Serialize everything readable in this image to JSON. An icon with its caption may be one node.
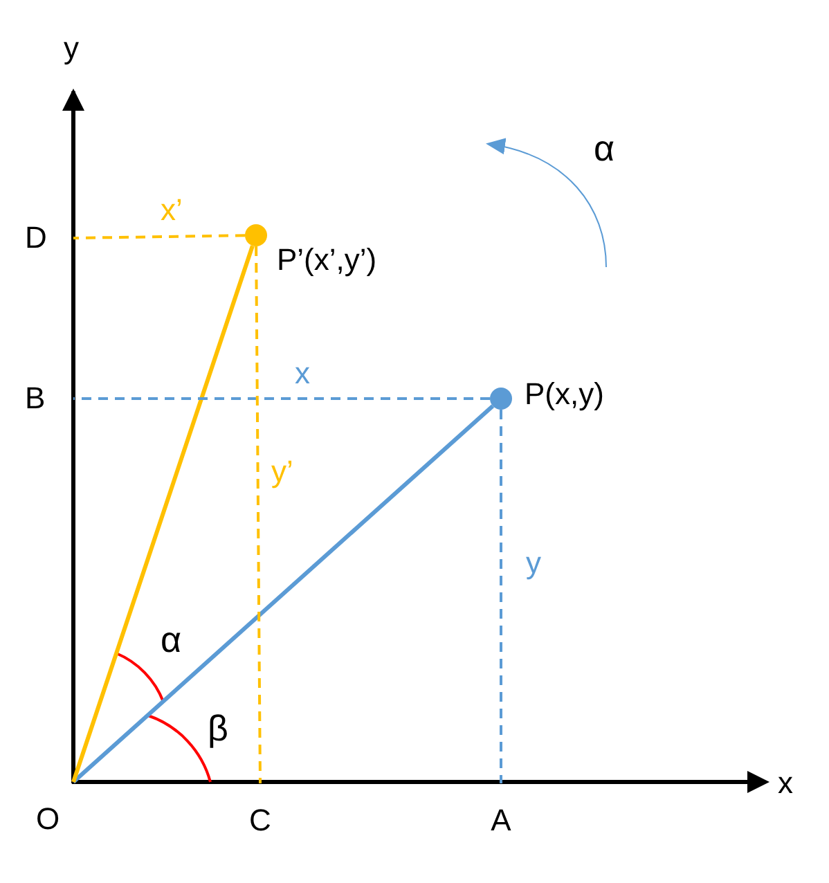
{
  "diagram": {
    "nodes": [
      {
        "text": [
          "D"
        ]
      },
      {
        "text": [],
        "shape": "circle",
        "beside": [
          "P’(x’,y’)"
        ]
      },
      {
        "text": [
          "B"
        ]
      },
      {
        "text": [],
        "shape": "circle",
        "beside": [
          "P(x,y)"
        ]
      },
      {
        "text": [
          "O"
        ]
      },
      {
        "text": [
          "C"
        ]
      },
      {
        "text": [
          "A"
        ]
      }
    ],
    "edges": [
      {
        "from": 4,
        "to": 3,
        "arrow": "none",
        "color": "#5b9bd5"
      },
      {
        "from": 4,
        "to": 1,
        "arrow": "none",
        "color": "#ffc000"
      },
      {
        "from": 3,
        "to": 6,
        "arrow": "none",
        "style": "dashed",
        "color": "#5b9bd5"
      },
      {
        "from": 3,
        "to": 2,
        "arrow": "none",
        "style": "dashed",
        "color": "#5b9bd5"
      },
      {
        "from": 1,
        "to": 5,
        "arrow": "none",
        "style": "dashed",
        "color": "#ffc000"
      },
      {
        "from": 1,
        "to": 0,
        "arrow": "none",
        "style": "dashed",
        "color": "#ffc000"
      }
    ],
    "labels": [
      "y",
      "α",
      "x’",
      "x",
      "y’",
      "y",
      "α",
      "β",
      "x"
    ]
  }
}
